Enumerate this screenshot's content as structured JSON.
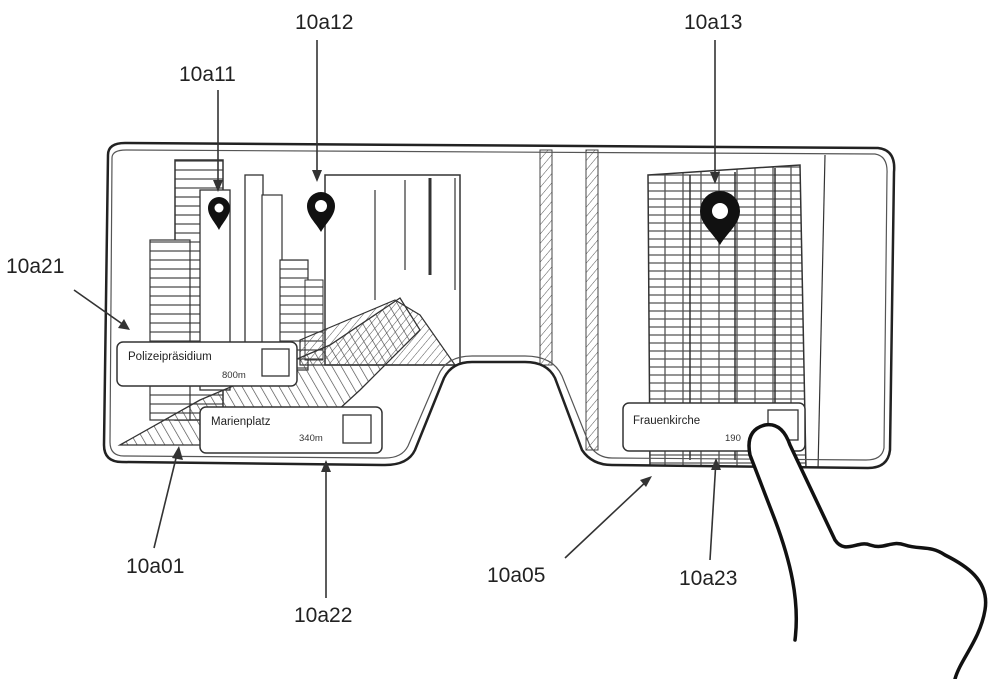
{
  "reference_labels": {
    "a11": "10a11",
    "a12": "10a12",
    "a13": "10a13",
    "a21": "10a21",
    "a01": "10a01",
    "a22": "10a22",
    "a05": "10a05",
    "a23": "10a23"
  },
  "poi_cards": [
    {
      "name": "Polizeipräsidium",
      "distance": "800m"
    },
    {
      "name": "Marienplatz",
      "distance": "340m"
    },
    {
      "name": "Frauenkirche",
      "distance": "190"
    }
  ],
  "icons": [
    "map-pin-icon",
    "hand-pointer-icon",
    "checkbox-icon"
  ]
}
